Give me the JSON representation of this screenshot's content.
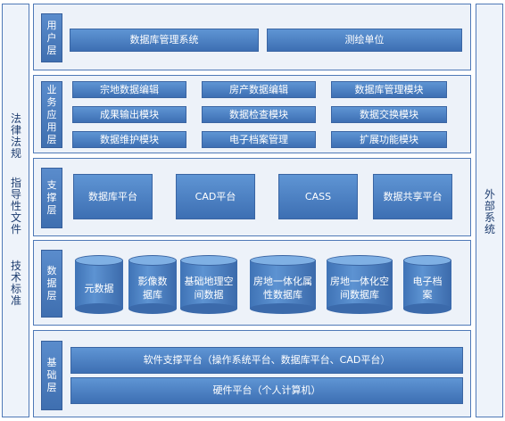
{
  "left_sidebar": {
    "groups": [
      "法律法规",
      "指导性文件",
      "技术标准"
    ]
  },
  "right_sidebar": {
    "label": "外部系统"
  },
  "layers": {
    "user": {
      "label": "用户层",
      "items": [
        "数据库管理系统",
        "测绘单位"
      ]
    },
    "business": {
      "label": "业务应用层",
      "items": [
        "宗地数据编辑",
        "房产数据编辑",
        "数据库管理模块",
        "成果输出模块",
        "数据检查模块",
        "数据交换模块",
        "数据维护模块",
        "电子档案管理",
        "扩展功能模块"
      ]
    },
    "support": {
      "label": "支撑层",
      "items": [
        "数据库平台",
        "CAD平台",
        "CASS",
        "数据共享平台"
      ]
    },
    "data": {
      "label": "数据层",
      "items": [
        "元数据",
        "影像数据库",
        "基础地理空间数据",
        "房地一体化属性数据库",
        "房地一体化空间数据库",
        "电子档案"
      ]
    },
    "base": {
      "label": "基础层",
      "items": [
        "软件支撑平台（操作系统平台、数据库平台、CAD平台）",
        "硬件平台（个人计算机）"
      ]
    }
  },
  "colors": {
    "frame_border": "#4f79b7",
    "frame_fill": "#edf2f9",
    "box_fill": "#4a80c4",
    "text_dark": "#1f3e70"
  }
}
